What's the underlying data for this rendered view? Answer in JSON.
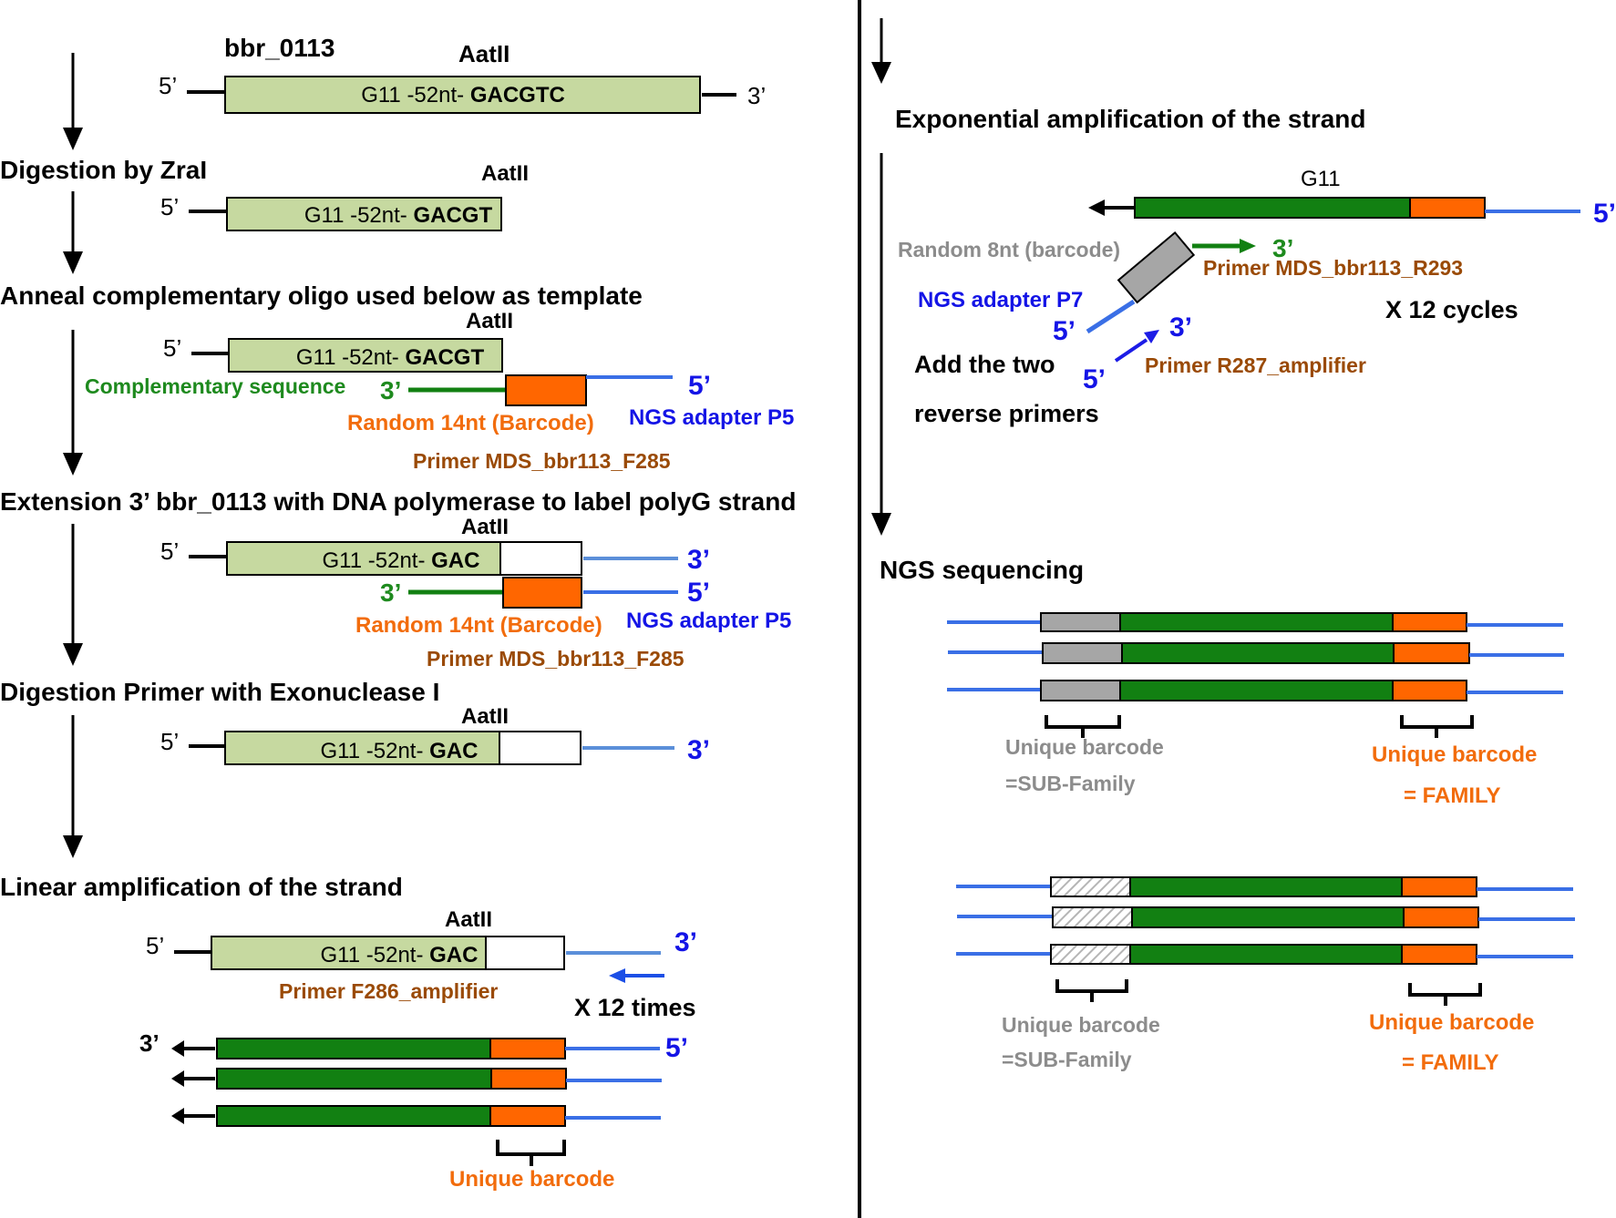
{
  "left": {
    "gene_name": "bbr_0113",
    "site": "AatII",
    "five_prime": "5’",
    "three_prime": "3’",
    "seq_full_prefix": "G11 -52nt- ",
    "seq_full_bold": "GACGTC",
    "step_digestion": "Digestion by  ZraI",
    "seq_digest_bold": "GACGT",
    "step_anneal": "Anneal complementary oligo used below as template",
    "complementary": "Complementary sequence",
    "random14": "Random 14nt (Barcode)",
    "ngs_p5": "NGS adapter P5",
    "primer_f285": "Primer MDS_bbr113_F285",
    "step_extension": "Extension 3’ bbr_0113 with DNA polymerase to label polyG strand",
    "seq_ext_bold": "GAC",
    "step_exo": "Digestion Primer with Exonuclease I",
    "step_linear": "Linear amplification of the strand",
    "primer_f286": "Primer F286_amplifier",
    "x12_times": "X 12 times",
    "unique_barcode": "Unique barcode"
  },
  "right": {
    "step_exponential": "Exponential amplification of the strand",
    "g11": "G11",
    "five_prime": "5’",
    "three_prime": "3’",
    "random8": "Random 8nt (barcode)",
    "primer_r293": "Primer MDS_bbr113_R293",
    "ngs_p7": "NGS adapter P7",
    "x12_cycles": "X 12 cycles",
    "add_line1": "Add the two",
    "add_line2": "reverse primers",
    "primer_r287": "Primer R287_amplifier",
    "step_ngs": "NGS sequencing",
    "ub_grey": "Unique barcode",
    "sub_family": "=SUB-Family",
    "ub_orange": "Unique barcode",
    "family": "= FAMILY"
  },
  "colors": {
    "light_green": "#c6d9a0",
    "dark_green": "#128012",
    "orange": "#ff6600",
    "blue_line": "#3a6fe6",
    "light_blue_line": "#5b8fd9",
    "grey_box": "#a6a6a6",
    "text_blue": "#1414e6",
    "text_brown": "#9a4a06",
    "text_orange": "#f26c0c",
    "text_green": "#1e8a1e",
    "text_grey": "#8c8c8c"
  }
}
